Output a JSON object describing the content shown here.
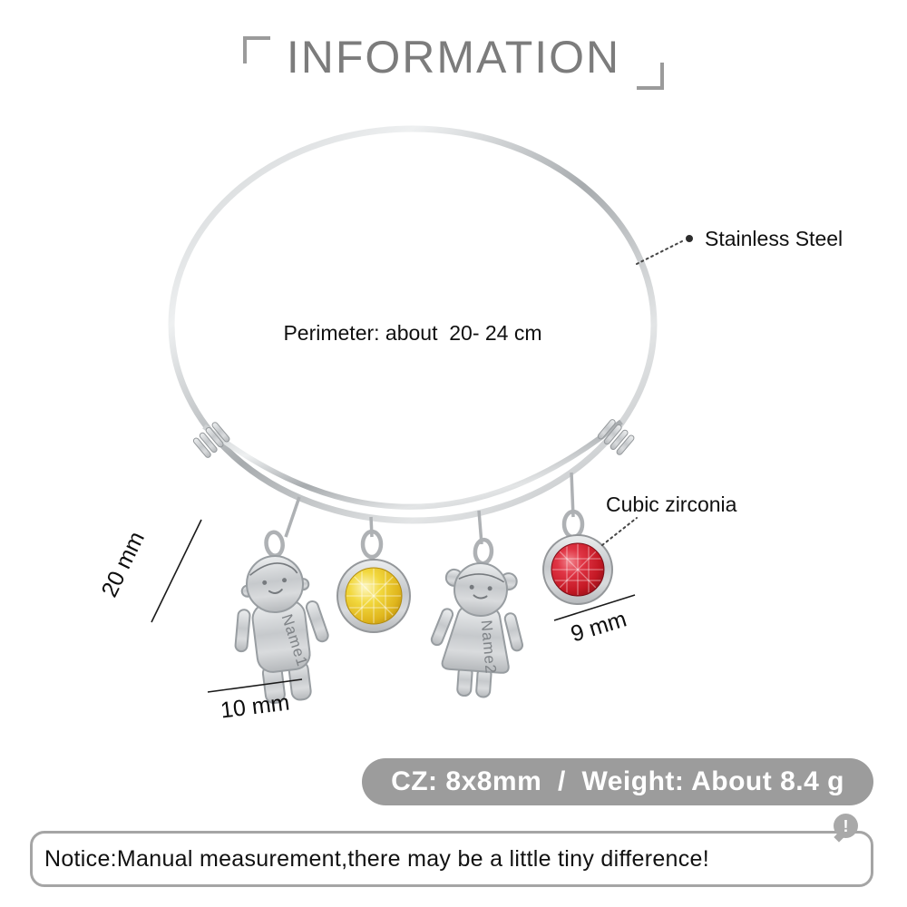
{
  "header": {
    "title": "INFORMATION"
  },
  "product": {
    "perimeter_label": "Perimeter: about  20- 24 cm",
    "material_label": "Stainless Steel",
    "stone_label": "Cubic zirconia",
    "charm_height": "20 mm",
    "charm_width": "10 mm",
    "stone_diameter": "9 mm",
    "boy_charm_name": "Name1",
    "girl_charm_name": "Name2"
  },
  "specs": {
    "banner_text": "CZ: 8x8mm  /  Weight: About 8.4 g"
  },
  "notice": {
    "text": "Notice:Manual measurement,there may be a little tiny difference!",
    "icon_glyph": "!"
  },
  "colors": {
    "steel": "#b9bcbf",
    "yellow_cz": "#e8c520",
    "red_cz": "#cc1f2d",
    "banner_bg": "#9c9c9c",
    "notice_border": "#a5a5a5",
    "title_gray": "#7c7c7c"
  }
}
